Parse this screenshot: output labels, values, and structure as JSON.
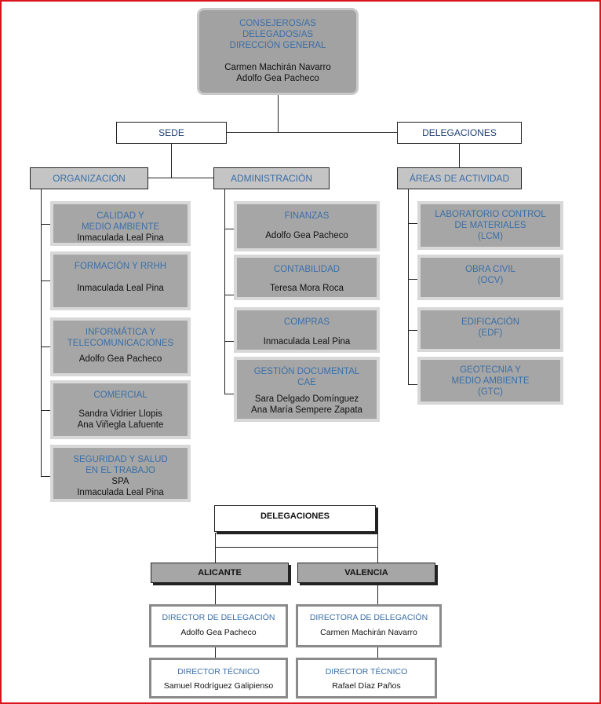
{
  "top": {
    "title_lines": [
      "CONSEJEROS/AS",
      "DELEGADOS/AS",
      "DIRECCIÓN GENERAL"
    ],
    "names": [
      "Carmen Machirán Navarro",
      "Adolfo Gea Pacheco"
    ]
  },
  "level2": {
    "sede": "SEDE",
    "delegaciones": "DELEGACIONES"
  },
  "level3": {
    "organizacion": "ORGANIZACIÓN",
    "administracion": "ADMINISTRACIÓN",
    "areas": "ÁREAS DE ACTIVIDAD"
  },
  "organizacion_units": [
    {
      "title": [
        "CALIDAD Y",
        "MEDIO AMBIENTE"
      ],
      "names": [
        "Inmaculada Leal Pina"
      ]
    },
    {
      "title": [
        "FORMACIÓN Y RRHH"
      ],
      "names": [
        "Inmaculada Leal Pina"
      ]
    },
    {
      "title": [
        "INFORMÁTICA Y",
        "TELECOMUNICACIONES"
      ],
      "names": [
        "Adolfo Gea Pacheco"
      ]
    },
    {
      "title": [
        "COMERCIAL"
      ],
      "names": [
        "Sandra Vidrier Llopis",
        "Ana Viñegla Lafuente"
      ]
    },
    {
      "title": [
        "SEGURIDAD Y SALUD",
        "EN EL TRABAJO"
      ],
      "names": [
        "SPA",
        "Inmaculada Leal Pina"
      ]
    }
  ],
  "administracion_units": [
    {
      "title": [
        "FINANZAS"
      ],
      "names": [
        "Adolfo Gea Pacheco"
      ]
    },
    {
      "title": [
        "CONTABILIDAD"
      ],
      "names": [
        "Teresa Mora Roca"
      ]
    },
    {
      "title": [
        "COMPRAS"
      ],
      "names": [
        "Inmaculada Leal Pina"
      ]
    },
    {
      "title": [
        "GESTIÓN DOCUMENTAL",
        "CAE"
      ],
      "names": [
        "Sara Delgado Domínguez",
        "Ana María Sempere Zapata"
      ]
    }
  ],
  "areas_units": [
    {
      "title": [
        "LABORATORIO CONTROL",
        "DE MATERIALES",
        "(LCM)"
      ],
      "names": []
    },
    {
      "title": [
        "OBRA CIVIL",
        "(OCV)"
      ],
      "names": []
    },
    {
      "title": [
        "EDIFICACIÓN",
        "(EDF)"
      ],
      "names": []
    },
    {
      "title": [
        "GEOTECNIA Y",
        "MEDIO AMBIENTE",
        "(GTC)"
      ],
      "names": []
    }
  ],
  "delegaciones_chart": {
    "title": "DELEGACIONES",
    "alicante": {
      "name": "ALICANTE",
      "director_label": "DIRECTOR DE DELEGACIÓN",
      "director": "Adolfo Gea Pacheco",
      "tecnico_label": "DIRECTOR TÉCNICO",
      "tecnico": "Samuel Rodríguez Galipienso"
    },
    "valencia": {
      "name": "VALENCIA",
      "director_label": "DIRECTORA DE DELEGACIÓN",
      "director": "Carmen Machirán Navarro",
      "tecnico_label": "DIRECTOR TÉCNICO",
      "tecnico": "Rafael Díaz Paños"
    }
  }
}
